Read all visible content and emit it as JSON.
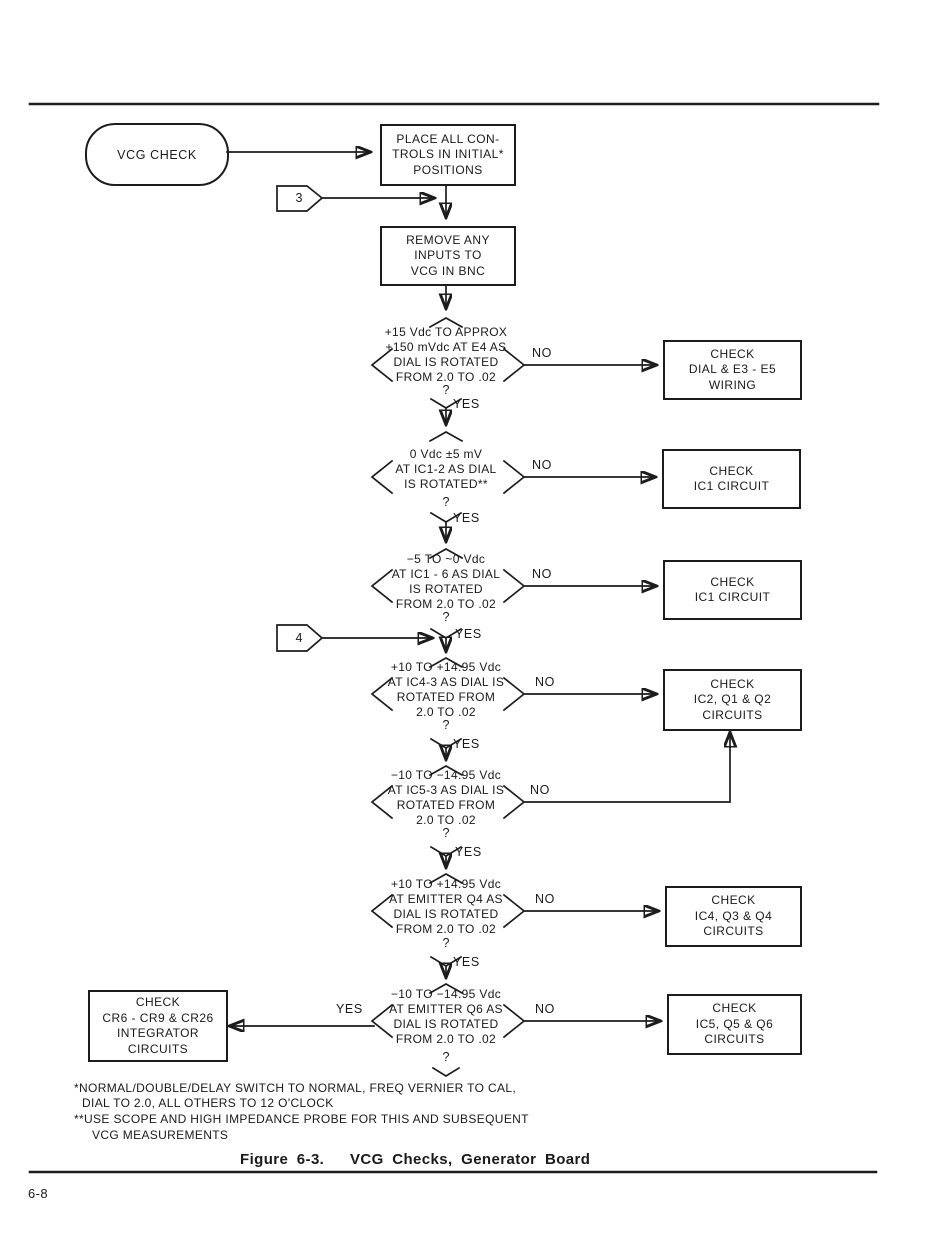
{
  "colors": {
    "ink": "#1c1c1c",
    "paper": "#ffffff"
  },
  "page": {
    "number": "6-8",
    "caption": "Figure 6-3.   VCG Checks, Generator Board"
  },
  "labels": {
    "yes": "YES",
    "no": "NO",
    "q": "?"
  },
  "start": {
    "label": "VCG CHECK"
  },
  "connectors": {
    "c3": "3",
    "c4": "4"
  },
  "process": {
    "p1": {
      "l1": "PLACE ALL CON-",
      "l2": "TROLS IN INITIAL*",
      "l3": "POSITIONS"
    },
    "p2": {
      "l1": "REMOVE ANY",
      "l2": "INPUTS TO",
      "l3": "VCG IN BNC"
    }
  },
  "decisions": {
    "d1": {
      "l1": "+15 Vdc TO APPROX",
      "l2": "+150 mVdc AT E4 AS",
      "l3": "DIAL IS ROTATED",
      "l4": "FROM 2.0 TO .02"
    },
    "d2": {
      "l1": "0 Vdc ±5 mV",
      "l2": "AT IC1-2 AS DIAL",
      "l3": "IS ROTATED**"
    },
    "d3": {
      "l1": "−5 TO ~0 Vdc",
      "l2": "AT IC1 - 6 AS DIAL",
      "l3": "IS ROTATED",
      "l4": "FROM 2.0 TO .02"
    },
    "d4": {
      "l1": "+10 TO +14.95 Vdc",
      "l2": "AT IC4-3 AS DIAL IS",
      "l3": "ROTATED FROM",
      "l4": "2.0 TO .02"
    },
    "d5": {
      "l1": "−10 TO −14.95 Vdc",
      "l2": "AT IC5-3 AS DIAL IS",
      "l3": "ROTATED FROM",
      "l4": "2.0 TO .02"
    },
    "d6": {
      "l1": "+10 TO +14.95 Vdc",
      "l2": "AT EMITTER Q4 AS",
      "l3": "DIAL IS ROTATED",
      "l4": "FROM 2.0 TO .02"
    },
    "d7": {
      "l1": "−10 TO −14.95 Vdc",
      "l2": "AT EMITTER Q6 AS",
      "l3": "DIAL IS ROTATED",
      "l4": "FROM 2.0 TO .02"
    }
  },
  "checks": {
    "wiring": {
      "l1": "CHECK",
      "l2": "DIAL & E3 - E5",
      "l3": "WIRING"
    },
    "ic1a": {
      "l1": "CHECK",
      "l2": "IC1 CIRCUIT"
    },
    "ic1b": {
      "l1": "CHECK",
      "l2": "IC1 CIRCUIT"
    },
    "ic2": {
      "l1": "CHECK",
      "l2": "IC2, Q1 & Q2",
      "l3": "CIRCUITS"
    },
    "ic4": {
      "l1": "CHECK",
      "l2": "IC4, Q3 & Q4",
      "l3": "CIRCUITS"
    },
    "ic5": {
      "l1": "CHECK",
      "l2": "IC5, Q5 & Q6",
      "l3": "CIRCUITS"
    },
    "cr": {
      "l1": "CHECK",
      "l2": "CR6 - CR9 & CR26",
      "l3": "INTEGRATOR",
      "l4": "CIRCUITS"
    }
  },
  "footnotes": {
    "f1": "*NORMAL/DOUBLE/DELAY SWITCH TO NORMAL, FREQ VERNIER TO CAL,",
    "f2": "DIAL TO 2.0, ALL OTHERS TO 12 O'CLOCK",
    "f3": "**USE SCOPE AND HIGH IMPEDANCE PROBE FOR THIS AND SUBSEQUENT",
    "f4": "VCG MEASUREMENTS"
  }
}
